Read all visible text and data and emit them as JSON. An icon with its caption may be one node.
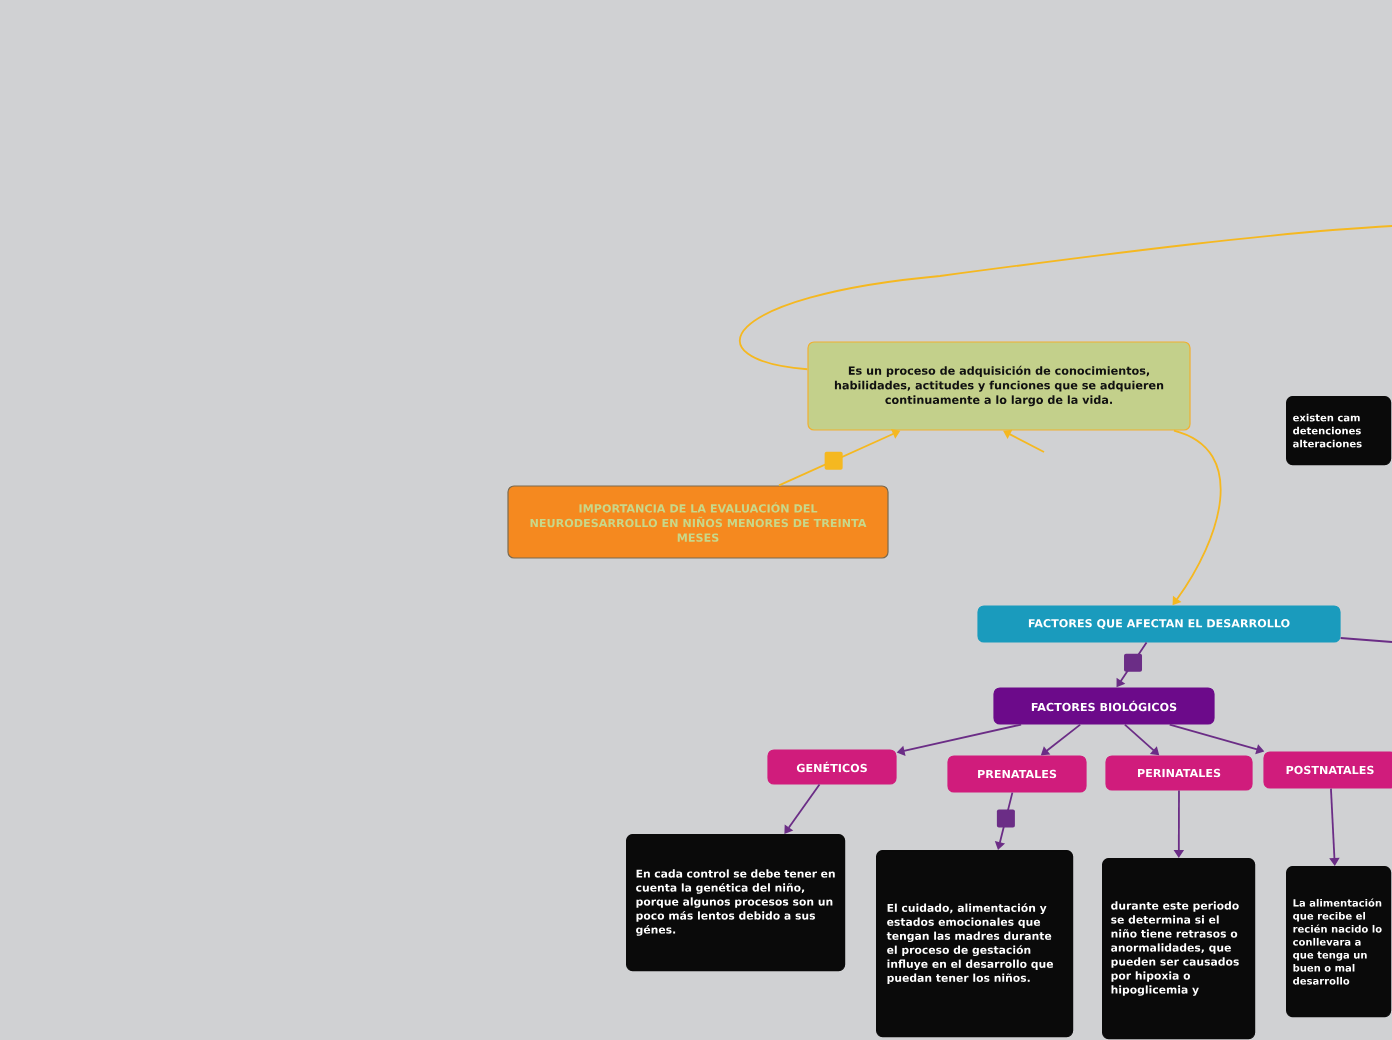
{
  "diagram": {
    "nodes": [
      {
        "text": [
          "IMPORTANCIA DE LA EVALUACIÓN DEL NEURODESARROLLO EN NIÑOS MENORES DE TREINTA MESES"
        ]
      },
      {
        "text": [
          "Es un proceso de adquisición de conocimientos, habilidades, actitudes y funciones que se adquieren continuamente a lo largo de la vida."
        ]
      },
      {
        "text": [
          "FACTORES QUE AFECTAN EL DESARROLLO"
        ]
      },
      {
        "text": [
          "FACTORES BIOLÓGICOS"
        ]
      },
      {
        "text": [
          "GENÉTICOS"
        ]
      },
      {
        "text": [
          "PRENATALES"
        ]
      },
      {
        "text": [
          "PERINATALES"
        ]
      },
      {
        "text": [
          "POSTNATALES"
        ]
      },
      {
        "text": [
          "En cada control se debe tener en cuenta la genética del niño, porque algunos procesos son un poco más lentos debido a sus génes."
        ]
      },
      {
        "text": [
          "El cuidado, alimentación y estados emocionales que tengan las madres durante el proceso de gestación influye en el desarrollo que puedan tener los niños."
        ]
      },
      {
        "text": [
          "durante este periodo se determina si el niño tiene retrasos o anormalidades, que pueden ser causados por hipoxia o hipoglicemia y"
        ]
      },
      {
        "text": [
          "La alimentación que recibe el recién nacido lo conllevara a que tenga un buen o mal desarrollo"
        ]
      },
      {
        "text": [
          "existen cam detenciones alteraciones"
        ]
      }
    ],
    "edges": [
      {
        "from": 0,
        "to": 1,
        "arrow": "to",
        "color": "#f5b820"
      },
      {
        "from": 1,
        "to": 2,
        "arrow": "to",
        "color": "#f5b820"
      },
      {
        "from": 1,
        "to": null,
        "arrow": "none",
        "color": "#f5b820"
      },
      {
        "from": null,
        "to": 1,
        "arrow": "to",
        "color": "#f5b820"
      },
      {
        "from": 2,
        "to": 3,
        "arrow": "to"
      },
      {
        "from": 2,
        "to": null,
        "arrow": "none"
      },
      {
        "from": 3,
        "to": 4,
        "arrow": "to"
      },
      {
        "from": 3,
        "to": 5,
        "arrow": "to"
      },
      {
        "from": 3,
        "to": 6,
        "arrow": "to"
      },
      {
        "from": 3,
        "to": 7,
        "arrow": "to"
      },
      {
        "from": 4,
        "to": 8,
        "arrow": "to"
      },
      {
        "from": 5,
        "to": 9,
        "arrow": "to"
      },
      {
        "from": 6,
        "to": 10,
        "arrow": "to"
      },
      {
        "from": 7,
        "to": 11,
        "arrow": "to"
      }
    ]
  }
}
